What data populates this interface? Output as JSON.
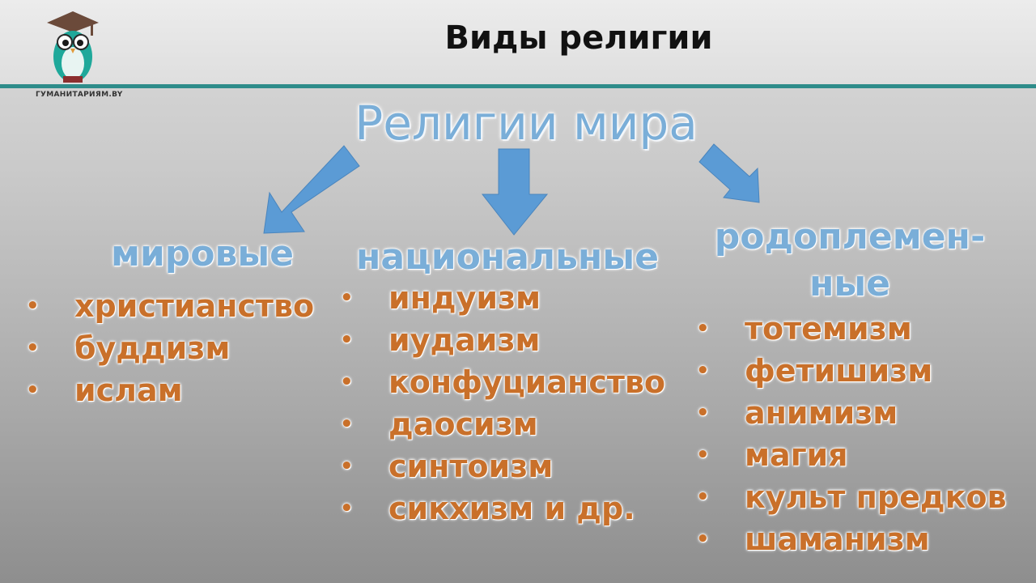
{
  "header": {
    "title": "Виды религии",
    "logo_text": "ГУМАНИТАРИЯМ.BY"
  },
  "root": {
    "label": "Религии мира"
  },
  "categories": [
    {
      "title": "мировые",
      "items": [
        "христианство",
        "буддизм",
        "ислам"
      ]
    },
    {
      "title": "национальные",
      "items": [
        "индуизм",
        "иудаизм",
        "конфуцианство",
        "даосизм",
        "синтоизм",
        "сикхизм и др."
      ]
    },
    {
      "title_line1": "родоплемен-",
      "title_line2": "ные",
      "items": [
        "тотемизм",
        "фетишизм",
        "анимизм",
        "магия",
        "культ предков",
        "шаманизм"
      ]
    }
  ],
  "colors": {
    "accent_line": "#2e8c8a",
    "category_title": "#7aaed8",
    "item_text": "#c9702a",
    "arrow_fill": "#5b9bd5"
  },
  "icons": [
    "owl-logo-icon",
    "bullet-icon",
    "arrow-icon"
  ]
}
